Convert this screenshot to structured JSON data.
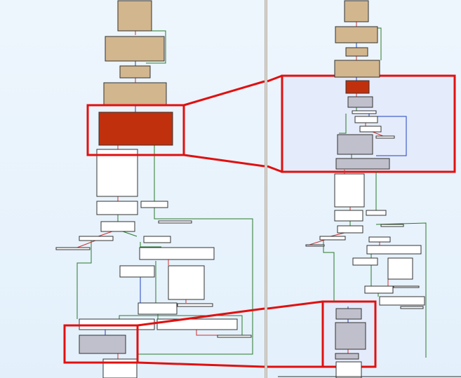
{
  "view": {
    "type": "control-flow-graph-comparison",
    "panes": [
      "left-graph",
      "right-graph"
    ]
  },
  "colors": {
    "background_top": "#eef6fd",
    "block_tan": "#d2b68e",
    "block_highlight": "#c0300c",
    "block_white": "#ffffff",
    "block_gray": "#c0c0cc",
    "edge_green": "#2a7a2a",
    "edge_red": "#d03030",
    "edge_blue": "#2040c0",
    "zoom_frame": "#e01010",
    "zoom_fill": "#e4ebfa",
    "divider": "#d9d4cc"
  }
}
